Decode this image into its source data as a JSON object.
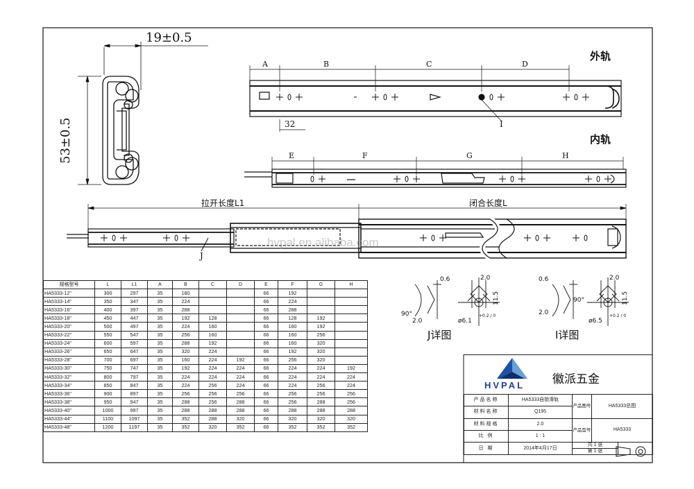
{
  "profile": {
    "width_dim": "19±0.5",
    "height_dim": "53±0.5"
  },
  "outer_rail": {
    "title": "外轨",
    "segments": [
      "A",
      "B",
      "C",
      "D"
    ],
    "offset_dim": "32",
    "callout": "I"
  },
  "inner_rail": {
    "title": "内轨",
    "segments": [
      "E",
      "F",
      "G",
      "H"
    ]
  },
  "assembly": {
    "extended_label": "拉开长度L1",
    "closed_label": "闭合长度L",
    "callout": "J"
  },
  "details": {
    "j": {
      "caption": "J详图",
      "top_dims": [
        "0.6",
        "2.0"
      ],
      "side_dim": "11.5",
      "angle": "90°",
      "bottom_dim": "2.0",
      "hole": "ø6.1",
      "tol": "+0.2 / 0"
    },
    "i": {
      "caption": "I详图",
      "top_dims": [
        "0.6",
        "2.0"
      ],
      "side_dim": "11.5",
      "angle": "90°",
      "bottom_dim": "2.0",
      "hole": "ø6.5",
      "tol": "+0.2 / 0"
    }
  },
  "watermark": "hvpal.en.alibaba.com",
  "spec_table": {
    "headers": [
      "规格型号",
      "L",
      "L1",
      "A",
      "B",
      "C",
      "D",
      "E",
      "F",
      "G",
      "H"
    ],
    "rows": [
      [
        "HA5333-12\"",
        "300",
        "297",
        "35",
        "180",
        "",
        "",
        "66",
        "192",
        "",
        ""
      ],
      [
        "HA5333-14\"",
        "350",
        "347",
        "35",
        "224",
        "",
        "",
        "66",
        "224",
        "",
        ""
      ],
      [
        "HA5333-16\"",
        "400",
        "397",
        "35",
        "288",
        "",
        "",
        "66",
        "288",
        "",
        ""
      ],
      [
        "HA5333-18\"",
        "450",
        "447",
        "35",
        "192",
        "128",
        "",
        "66",
        "128",
        "192",
        ""
      ],
      [
        "HA5333-20\"",
        "500",
        "497",
        "35",
        "224",
        "160",
        "",
        "66",
        "160",
        "192",
        ""
      ],
      [
        "HA5333-22\"",
        "550",
        "547",
        "35",
        "256",
        "160",
        "",
        "66",
        "160",
        "256",
        ""
      ],
      [
        "HA5333-24\"",
        "600",
        "597",
        "35",
        "288",
        "192",
        "",
        "66",
        "160",
        "320",
        ""
      ],
      [
        "HA5333-26\"",
        "650",
        "647",
        "35",
        "320",
        "224",
        "",
        "66",
        "192",
        "320",
        ""
      ],
      [
        "HA5333-28\"",
        "700",
        "697",
        "35",
        "160",
        "224",
        "192",
        "66",
        "256",
        "320",
        ""
      ],
      [
        "HA5333-30\"",
        "750",
        "747",
        "35",
        "192",
        "224",
        "224",
        "66",
        "224",
        "224",
        "192"
      ],
      [
        "HA5333-32\"",
        "800",
        "797",
        "35",
        "224",
        "224",
        "224",
        "66",
        "224",
        "224",
        "224"
      ],
      [
        "HA5333-34\"",
        "850",
        "847",
        "35",
        "224",
        "256",
        "224",
        "66",
        "224",
        "256",
        "224"
      ],
      [
        "HA5333-36\"",
        "900",
        "897",
        "35",
        "256",
        "256",
        "256",
        "66",
        "256",
        "256",
        "256"
      ],
      [
        "HA5333-38\"",
        "950",
        "947",
        "35",
        "288",
        "256",
        "288",
        "66",
        "256",
        "288",
        "256"
      ],
      [
        "HA5333-40\"",
        "1000",
        "997",
        "35",
        "288",
        "288",
        "288",
        "66",
        "288",
        "288",
        "288"
      ],
      [
        "HA5333-44\"",
        "1100",
        "1097",
        "35",
        "352",
        "288",
        "320",
        "66",
        "320",
        "320",
        "320"
      ],
      [
        "HA5333-48\"",
        "1200",
        "1197",
        "35",
        "352",
        "320",
        "352",
        "66",
        "352",
        "352",
        "352"
      ]
    ]
  },
  "title_block": {
    "brand_name": "徽派五金",
    "brand_word": "HVPAL",
    "product_name_label": "产品名称",
    "product_name": "HA5333自锁滑轨",
    "drawing_no_label": "产品图号",
    "drawing_no": "HA5333总图",
    "material_label": "材料名称",
    "material": "Q195",
    "thickness_label": "材料规格",
    "thickness": "2.0",
    "product_no_label": "产品型号",
    "product_no": "HA5333",
    "scale_label": "比 例",
    "scale": "1 : 1",
    "date_label": "日 期",
    "date": "2014年4月17日",
    "total_sheets": "共 1 张",
    "sheet_no": "第 1 张"
  }
}
